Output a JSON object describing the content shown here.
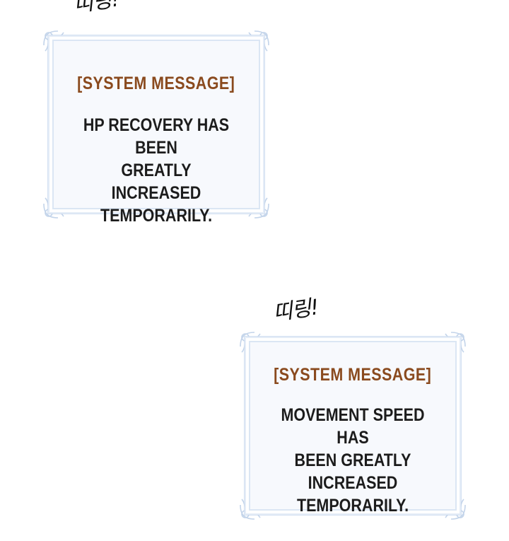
{
  "sfx": {
    "top": "띠링!",
    "middle": "띠링!"
  },
  "messages": [
    {
      "title": "[SYSTEM MESSAGE]",
      "body": "HP RECOVERY HAS BEEN\nGREATLY INCREASED\nTEMPORARILY."
    },
    {
      "title": "[SYSTEM MESSAGE]",
      "body": "MOVEMENT SPEED HAS\nBEEN GREATLY\nINCREASED\nTEMPORARILY."
    }
  ],
  "colors": {
    "title": "#8a4a1e",
    "body": "#1c1c1c",
    "frame": "#c9d9ee",
    "panel_fill": "#f7f9fd"
  },
  "icons": {
    "corner_ornament": "flourish-corner-icon"
  }
}
